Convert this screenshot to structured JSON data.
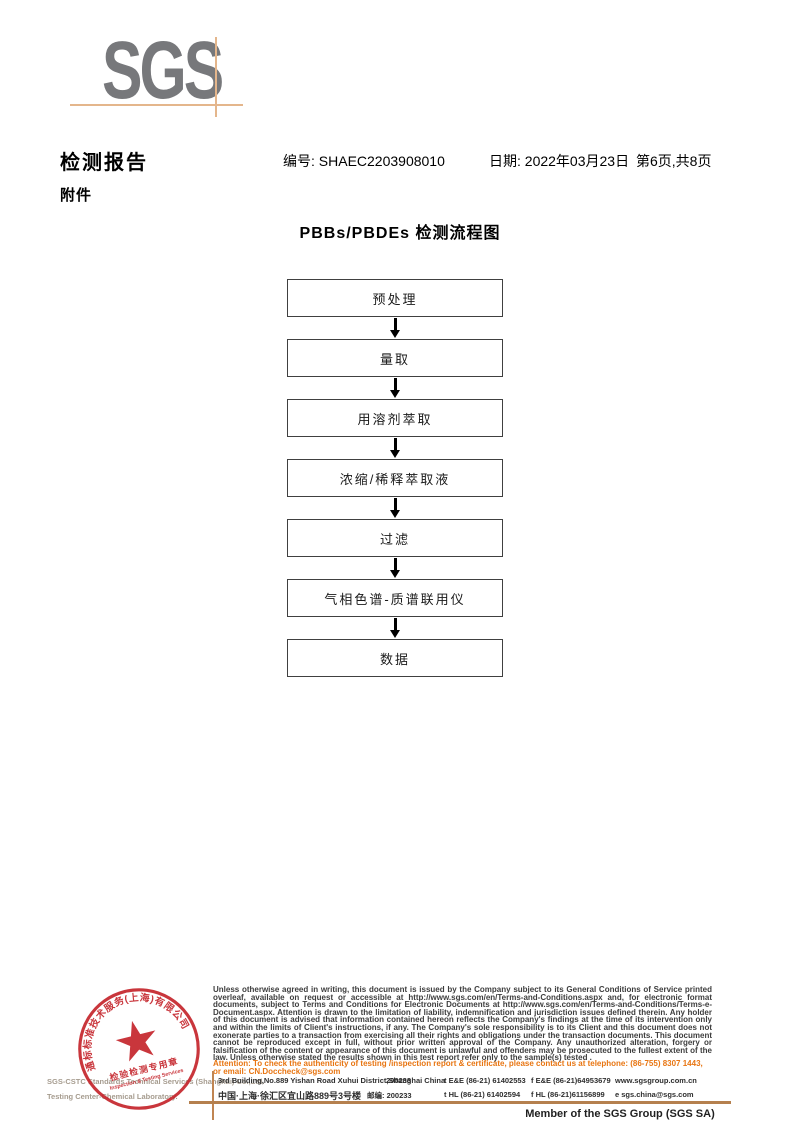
{
  "logo": {
    "text": "SGS"
  },
  "header": {
    "title": "检测报告",
    "report_no_label": "编号:",
    "report_no": "SHAEC2203908010",
    "date_label": "日期:",
    "date": "2022年03月23日",
    "page_info": "第6页,共8页",
    "attachment": "附件"
  },
  "flowchart": {
    "title": "PBBs/PBDEs 检测流程图",
    "steps": [
      {
        "label": "预处理"
      },
      {
        "label": "量取"
      },
      {
        "label": "用溶剂萃取"
      },
      {
        "label": "浓缩/稀释萃取液"
      },
      {
        "label": "过滤"
      },
      {
        "label": "气相色谱-质谱联用仪"
      },
      {
        "label": "数据"
      }
    ]
  },
  "stamp": {
    "ring_text": "通标标准技术服务(上海)有限公司",
    "inner_cn": "检验检测专用章",
    "inner_en": "Inspection & Testing Services"
  },
  "footer": {
    "disclaimer": "Unless otherwise agreed in writing, this document is issued by the Company subject to its General Conditions of Service printed overleaf, available on request or accessible at http://www.sgs.com/en/Terms-and-Conditions.aspx and, for electronic format documents, subject to Terms and Conditions for Electronic Documents at http://www.sgs.com/en/Terms-and-Conditions/Terms-e-Document.aspx. Attention is drawn to the limitation of liability, indemnification and jurisdiction issues defined therein. Any holder of this document is advised that information contained hereon reflects the Company's findings at the time of its intervention only and within the limits of Client's instructions, if any. The Company's sole responsibility is to its Client and this document does not exonerate parties to a transaction from exercising all their rights and obligations under the transaction documents. This document cannot be reproduced except in full, without prior written approval of the Company. Any unauthorized alteration, forgery or falsification of the content or appearance of this document is unlawful and offenders may be prosecuted to the fullest extent of the law. Unless otherwise stated the results shown in this test report refer only to the sample(s) tested .",
    "attention": "Attention: To check the authenticity of testing /inspection report & certificate, please contact us at telephone: (86-755) 8307 1443, or email: CN.Doccheck@sgs.com",
    "company_line1": "SGS-CSTC Standards Technical Services (Shanghai) Co.,Ltd.",
    "company_line2": "Testing Center-Chemical Laboratory.",
    "address_en": "3rd Building,No.889 Yishan Road Xuhui District,Shanghai China",
    "postcode_en": "200233",
    "tel1": "t E&E (86-21) 61402553",
    "fax1": "f E&E (86-21)64953679",
    "web": "www.sgsgroup.com.cn",
    "address_cn": "中国·上海·徐汇区宜山路889号3号楼",
    "postcode_cn_label": "邮编: 200233",
    "tel2": "t HL (86-21) 61402594",
    "fax2": "f HL (86-21)61156899",
    "email": "e sgs.china@sgs.com",
    "member": "Member of the SGS Group (SGS SA)"
  },
  "colors": {
    "logo_gray": "#77787b",
    "crosshair_tan": "#e4b68c",
    "footer_rule_brown": "#b5804e",
    "stamp_red": "#c5252c",
    "attention_orange": "#e87511"
  }
}
